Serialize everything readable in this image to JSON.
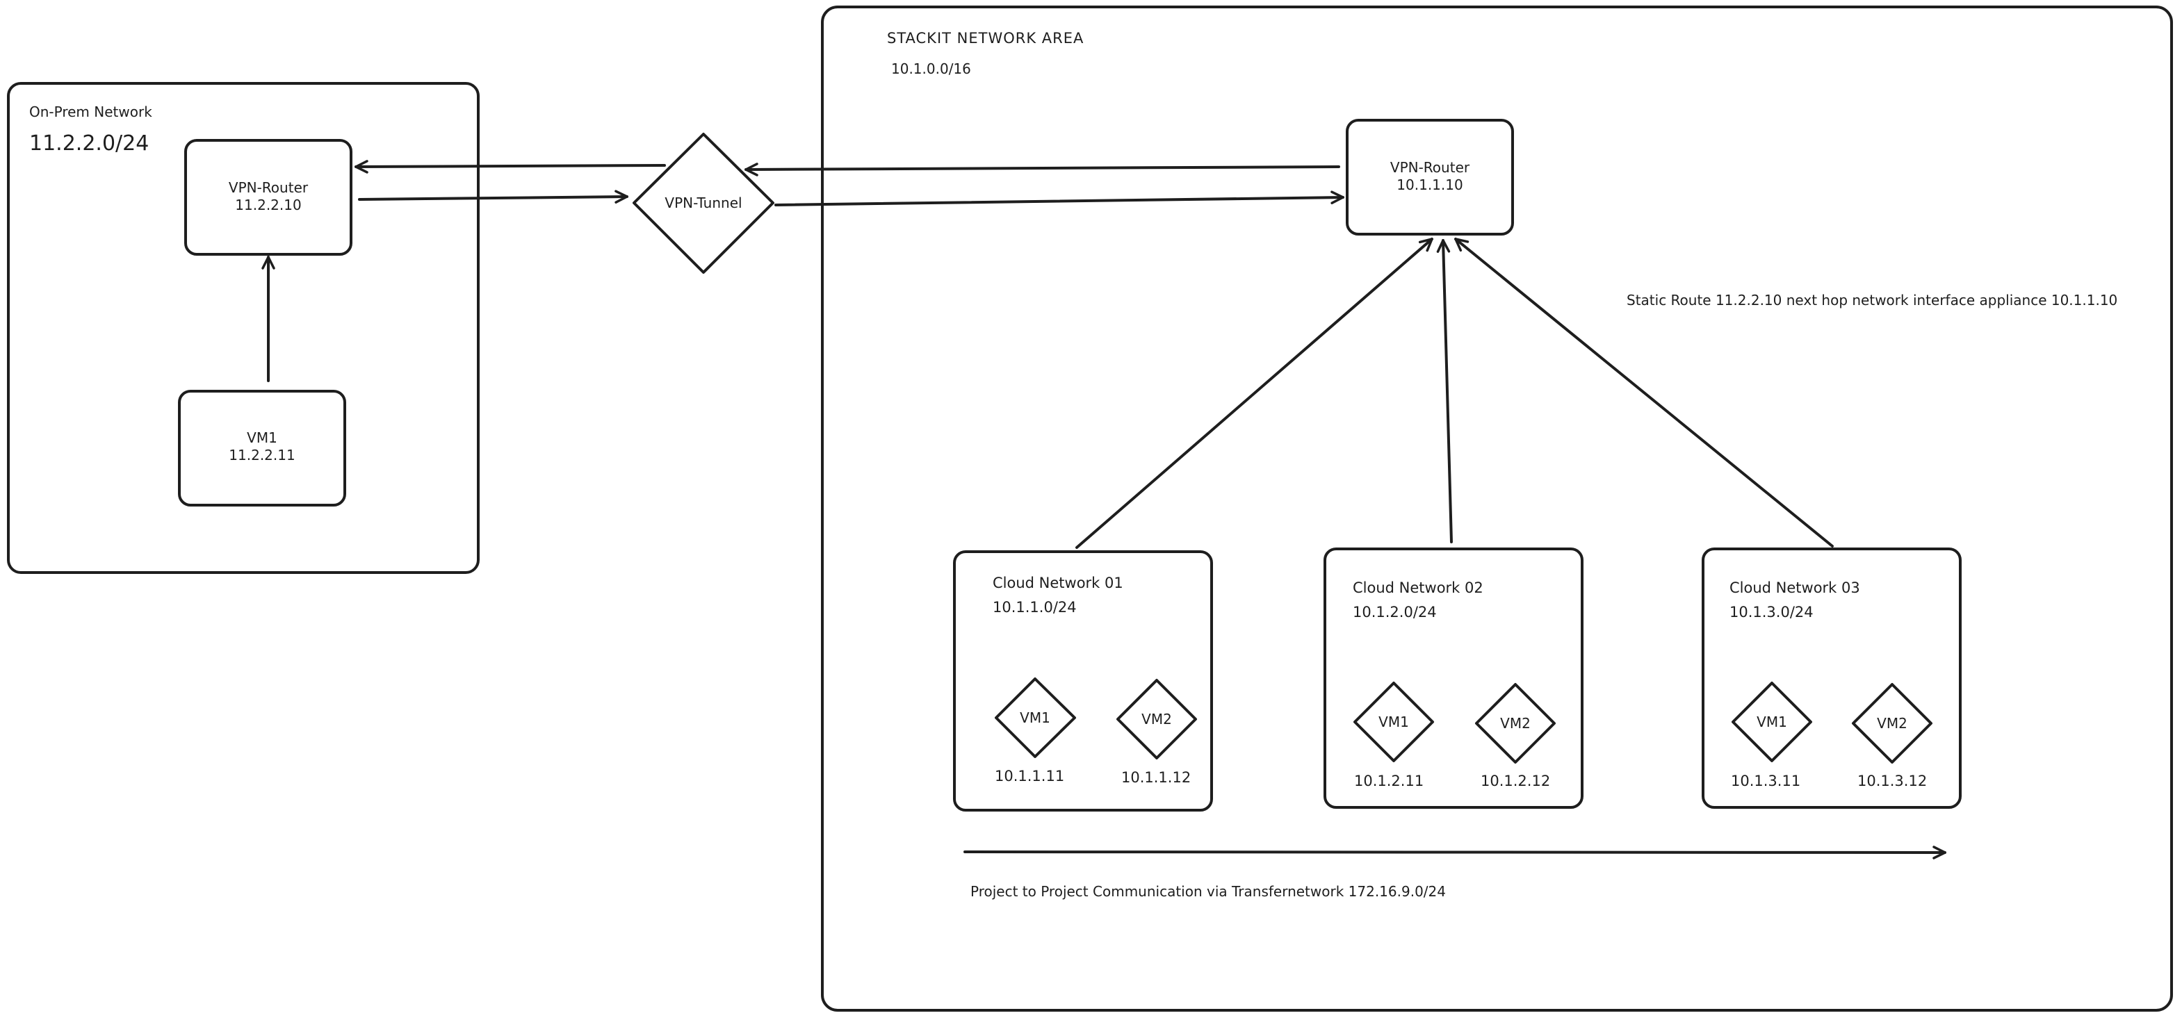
{
  "on_prem": {
    "title": "On-Prem Network",
    "cidr": "11.2.2.0/24",
    "router": {
      "name": "VPN-Router",
      "ip": "11.2.2.10"
    },
    "vm": {
      "name": "VM1",
      "ip": "11.2.2.11"
    }
  },
  "tunnel": {
    "label": "VPN-Tunnel"
  },
  "stackit": {
    "title": "STACKIT NETWORK AREA",
    "cidr": "10.1.0.0/16",
    "router": {
      "name": "VPN-Router",
      "ip": "10.1.1.10"
    },
    "static_route": "Static Route 11.2.2.10 next hop network interface appliance 10.1.1.10",
    "transfer_note": "Project to Project Communication via Transfernetwork 172.16.9.0/24",
    "networks": [
      {
        "title": "Cloud Network 01",
        "cidr": "10.1.1.0/24",
        "vms": [
          {
            "name": "VM1",
            "ip": "10.1.1.11"
          },
          {
            "name": "VM2",
            "ip": "10.1.1.12"
          }
        ]
      },
      {
        "title": "Cloud Network 02",
        "cidr": "10.1.2.0/24",
        "vms": [
          {
            "name": "VM1",
            "ip": "10.1.2.11"
          },
          {
            "name": "VM2",
            "ip": "10.1.2.12"
          }
        ]
      },
      {
        "title": "Cloud Network 03",
        "cidr": "10.1.3.0/24",
        "vms": [
          {
            "name": "VM1",
            "ip": "10.1.3.11"
          },
          {
            "name": "VM2",
            "ip": "10.1.3.12"
          }
        ]
      }
    ]
  }
}
